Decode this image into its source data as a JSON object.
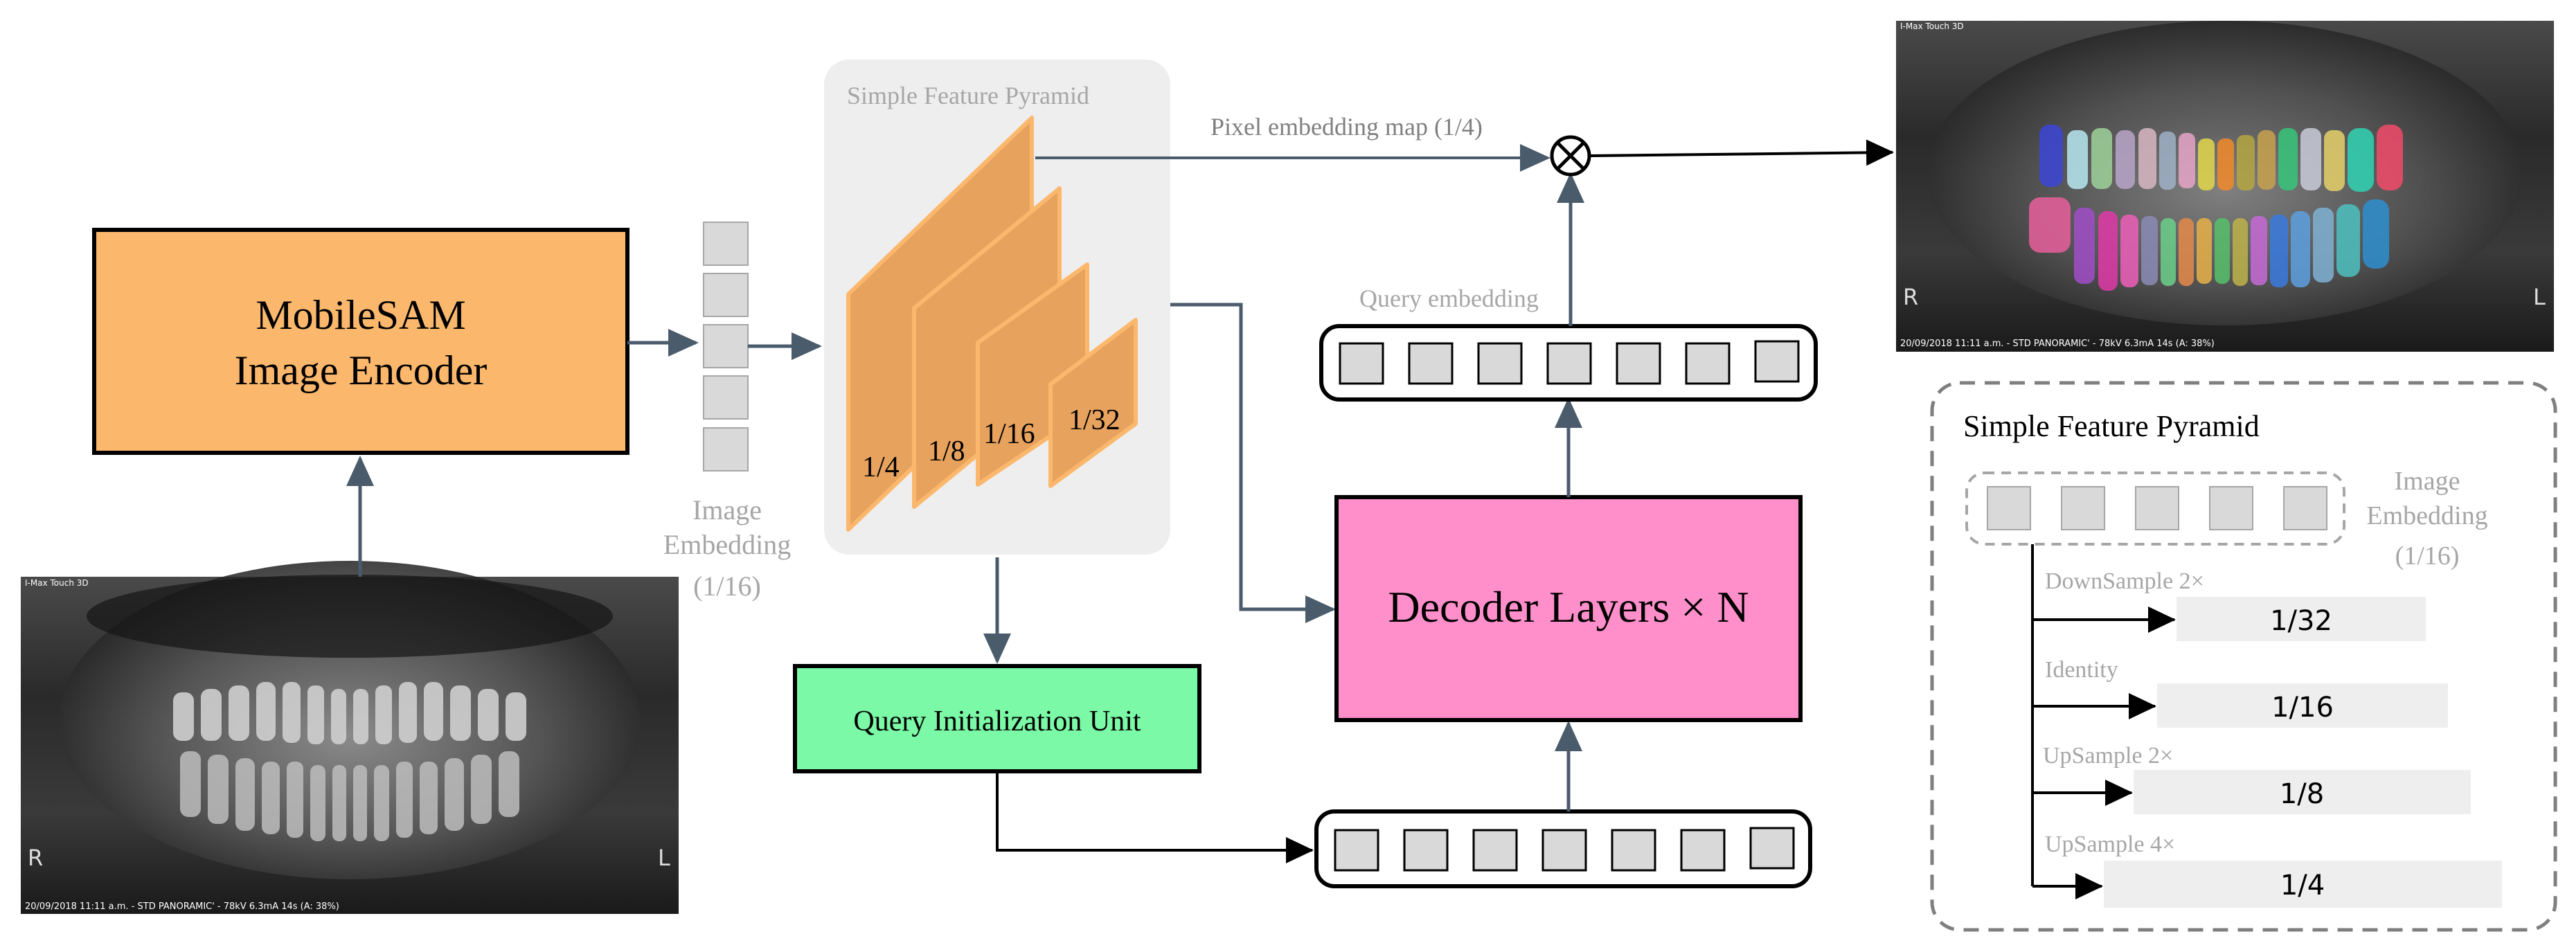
{
  "encoder": {
    "line1": "MobileSAM",
    "line2": "Image Encoder"
  },
  "image_embedding": {
    "line1": "Image",
    "line2": "Embedding",
    "line3": "(1/16)"
  },
  "pyramid": {
    "title": "Simple Feature Pyramid",
    "scales": [
      "1/4",
      "1/8",
      "1/16",
      "1/32"
    ]
  },
  "pixel_map_label": "Pixel embedding map (1/4)",
  "query_embedding_label": "Query embedding",
  "decoder": {
    "label": "Decoder Layers × N"
  },
  "query_init": {
    "label": "Query Initialization Unit"
  },
  "xray_input": {
    "corner_text": "I-Max Touch 3D",
    "footer": "20/09/2018 11:11 a.m. - STD PANORAMIC' - 78kV 6.3mA 14s (A: 38%)",
    "left_mark": "R",
    "right_mark": "L"
  },
  "xray_output": {
    "corner_text": "I-Max Touch 3D",
    "footer": "20/09/2018 11:11 a.m. - STD PANORAMIC' - 78kV 6.3mA 14s (A: 38%)",
    "left_mark": "R",
    "right_mark": "L"
  },
  "legend": {
    "title": "Simple Feature Pyramid",
    "embedding": {
      "line1": "Image",
      "line2": "Embedding",
      "line3": "(1/16)"
    },
    "branches": [
      {
        "op": "DownSample 2×",
        "scale": "1/32"
      },
      {
        "op": "Identity",
        "scale": "1/16"
      },
      {
        "op": "UpSample 2×",
        "scale": "1/8"
      },
      {
        "op": "UpSample 4×",
        "scale": "1/4"
      }
    ]
  },
  "colors": {
    "encoder": "#fbb86d",
    "pyramid_layer": "#e7a25e",
    "pyramid_panel": "#eeeeee",
    "decoder": "#ff8fcb",
    "query_init": "#7bf9a6",
    "arrow": "#4a5b6c",
    "token": "#d9d9d9",
    "gray_text": "#a6a6a6"
  }
}
